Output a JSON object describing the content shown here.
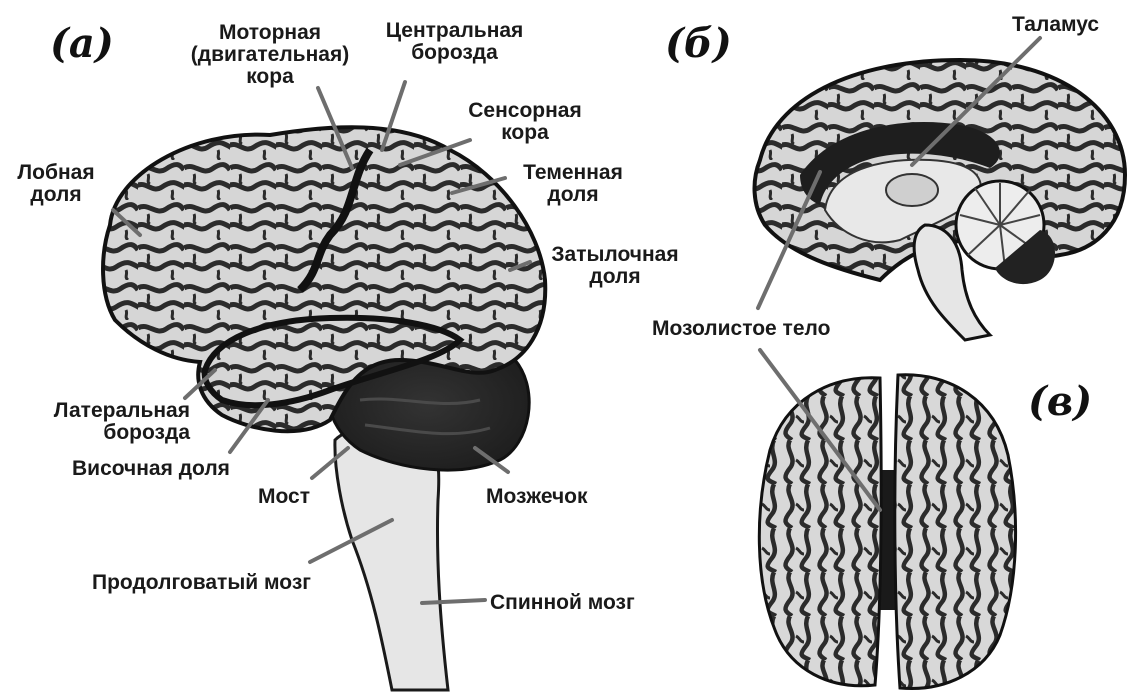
{
  "panels": {
    "a": "(а)",
    "b": "(б)",
    "v": "(в)"
  },
  "labels": {
    "motor_cortex": "Моторная\n(двигательная)\nкора",
    "central_sulcus": "Центральная\nборозда",
    "sensory_cortex": "Сенсорная\nкора",
    "frontal_lobe": "Лобная\nдоля",
    "parietal_lobe": "Теменная\nдоля",
    "occipital_lobe": "Затылочная\nдоля",
    "lateral_sulcus": "Латеральная\nборозда",
    "temporal_lobe": "Височная доля",
    "pons": "Мост",
    "cerebellum": "Мозжечок",
    "medulla": "Продолговатый мозг",
    "spinal_cord": "Спинной мозг",
    "thalamus": "Таламус",
    "corpus_callosum": "Мозолистое тело"
  },
  "colors": {
    "cortex": "#d9d9d9",
    "fold": "#2b2b2b",
    "cerebellum": "#2a2a2a",
    "stem": "#e6e6e6",
    "leader": "#6e6e6e"
  }
}
